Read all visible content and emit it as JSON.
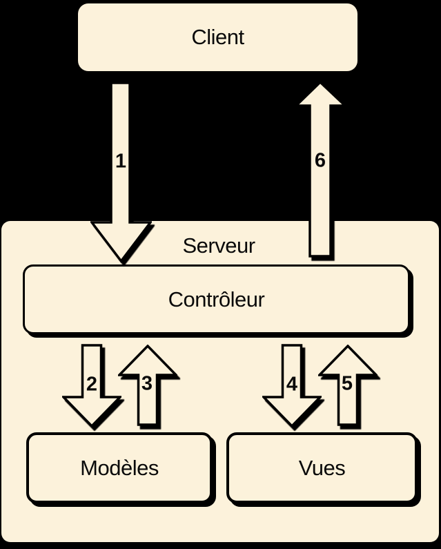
{
  "colors": {
    "background": "#000000",
    "node_fill": "#FCF2DB",
    "outline": "#000000",
    "text": "#0a0a0a"
  },
  "diagram": {
    "type": "flow",
    "language": "fr",
    "container": {
      "id": "serveur",
      "label": "Serveur"
    },
    "nodes": [
      {
        "id": "client",
        "label": "Client"
      },
      {
        "id": "controleur",
        "label": "Contrôleur"
      },
      {
        "id": "modeles",
        "label": "Modèles"
      },
      {
        "id": "vues",
        "label": "Vues"
      }
    ],
    "arrows": [
      {
        "label": "1",
        "direction": "down",
        "from": "client",
        "to": "controleur"
      },
      {
        "label": "2",
        "direction": "down",
        "from": "controleur",
        "to": "modeles"
      },
      {
        "label": "3",
        "direction": "up",
        "from": "modeles",
        "to": "controleur"
      },
      {
        "label": "4",
        "direction": "down",
        "from": "controleur",
        "to": "vues"
      },
      {
        "label": "5",
        "direction": "up",
        "from": "vues",
        "to": "controleur"
      },
      {
        "label": "6",
        "direction": "up",
        "from": "controleur",
        "to": "client"
      }
    ]
  }
}
